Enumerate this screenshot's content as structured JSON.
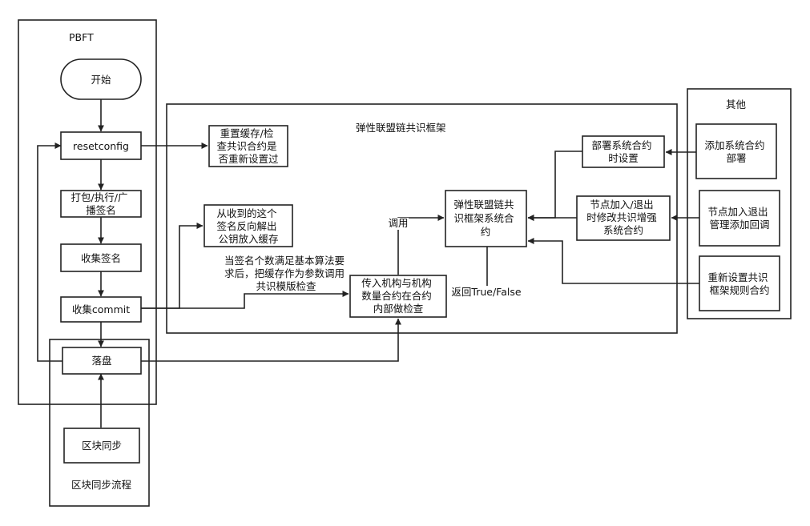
{
  "groups": {
    "pbft": "PBFT",
    "framework": "弹性联盟链共识框架",
    "others": "其他",
    "block_sync": "区块同步流程"
  },
  "nodes": {
    "start": "开始",
    "resetconfig": "resetconfig",
    "pack": [
      "打包/执行/广",
      "播签名"
    ],
    "collect_sign": "收集签名",
    "collect_commit": "收集commit",
    "commit_disk": "落盘",
    "block_sync_node": "区块同步",
    "reset_cache": [
      "重置缓存/检",
      "查共识合约是",
      "否重新设置过"
    ],
    "parse_pubkey": [
      "从收到的这个",
      "签名反向解出",
      "公钥放入缓存"
    ],
    "pass_contract": [
      "传入机构与机构",
      "数量合约在合约",
      "内部做检查"
    ],
    "framework_contract": [
      "弹性联盟链共",
      "识框架系统合",
      "约"
    ],
    "deploy_timing": [
      "部署系统合约",
      "时设置"
    ],
    "node_join_exit": [
      "节点加入/退出",
      "时修改共识增强",
      "系统合约"
    ],
    "add_deploy": [
      "添加系统合约",
      "部署"
    ],
    "add_callback": [
      "节点加入退出",
      "管理添加回调"
    ],
    "reset_rules": [
      "重新设置共识",
      "框架规则合约"
    ]
  },
  "annotations": {
    "threshold": [
      "当签名个数满足基本算法要",
      "求后，把缓存作为参数调用",
      "共识模版检查"
    ],
    "invoke": "调用",
    "return_value": "返回True/False"
  }
}
